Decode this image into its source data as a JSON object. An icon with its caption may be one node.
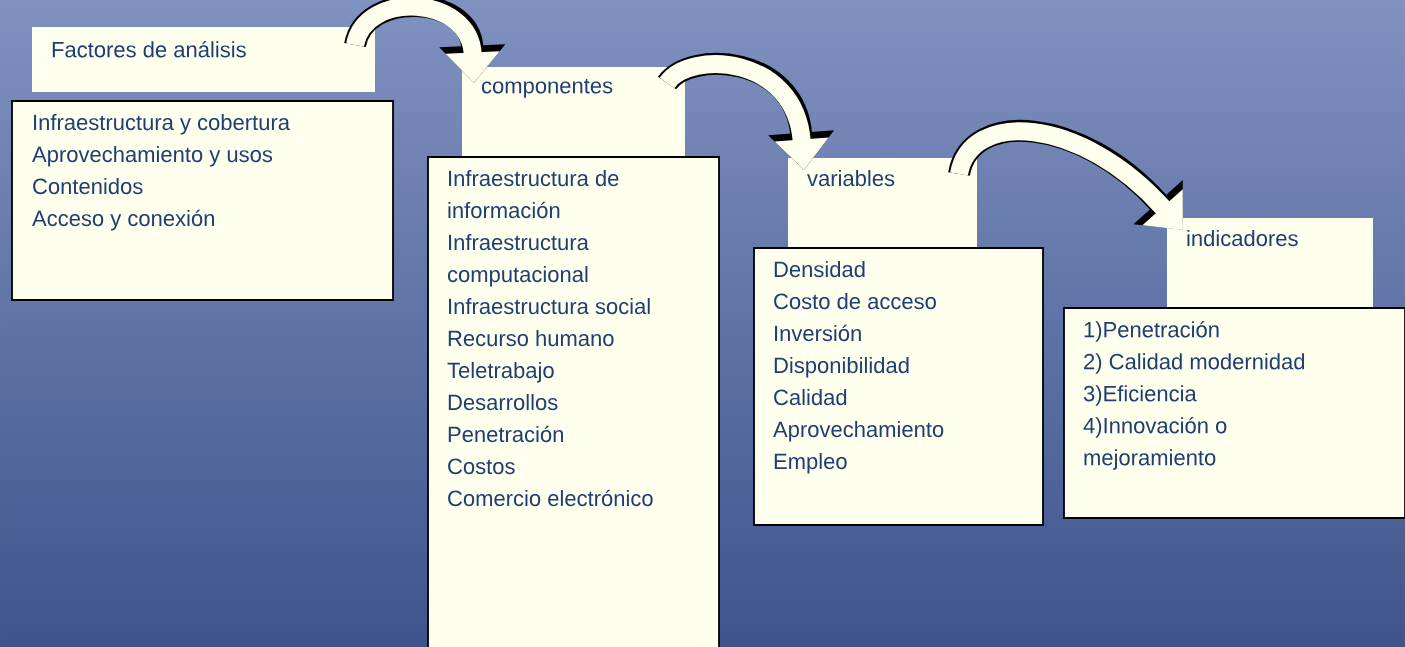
{
  "diagram": {
    "nodes": [
      {
        "text": [
          "Factores de análisis"
        ]
      },
      {
        "text": [
          "Infraestructura y cobertura",
          "Aprovechamiento y usos",
          "Contenidos",
          "Acceso y conexión"
        ]
      },
      {
        "text": [
          "componentes"
        ]
      },
      {
        "text": [
          "Infraestructura de información",
          "Infraestructura computacional",
          "Infraestructura social",
          "Recurso humano",
          "Teletrabajo",
          "Desarrollos",
          "Penetración",
          "Costos",
          "Comercio electrónico"
        ]
      },
      {
        "text": [
          "variables"
        ]
      },
      {
        "text": [
          "Densidad",
          "Costo de acceso",
          "Inversión",
          "Disponibilidad",
          "Calidad",
          "Aprovechamiento",
          "Empleo"
        ]
      },
      {
        "text": [
          "indicadores"
        ]
      },
      {
        "text": [
          "1)Penetración",
          "2) Calidad modernidad",
          "3)Eficiencia",
          "4)Innovación o mejoramiento"
        ]
      }
    ],
    "edges": [
      {
        "from": 0,
        "to": 2,
        "arrow": "to"
      },
      {
        "from": 2,
        "to": 4,
        "arrow": "to"
      },
      {
        "from": 4,
        "to": 6,
        "arrow": "to"
      }
    ]
  }
}
